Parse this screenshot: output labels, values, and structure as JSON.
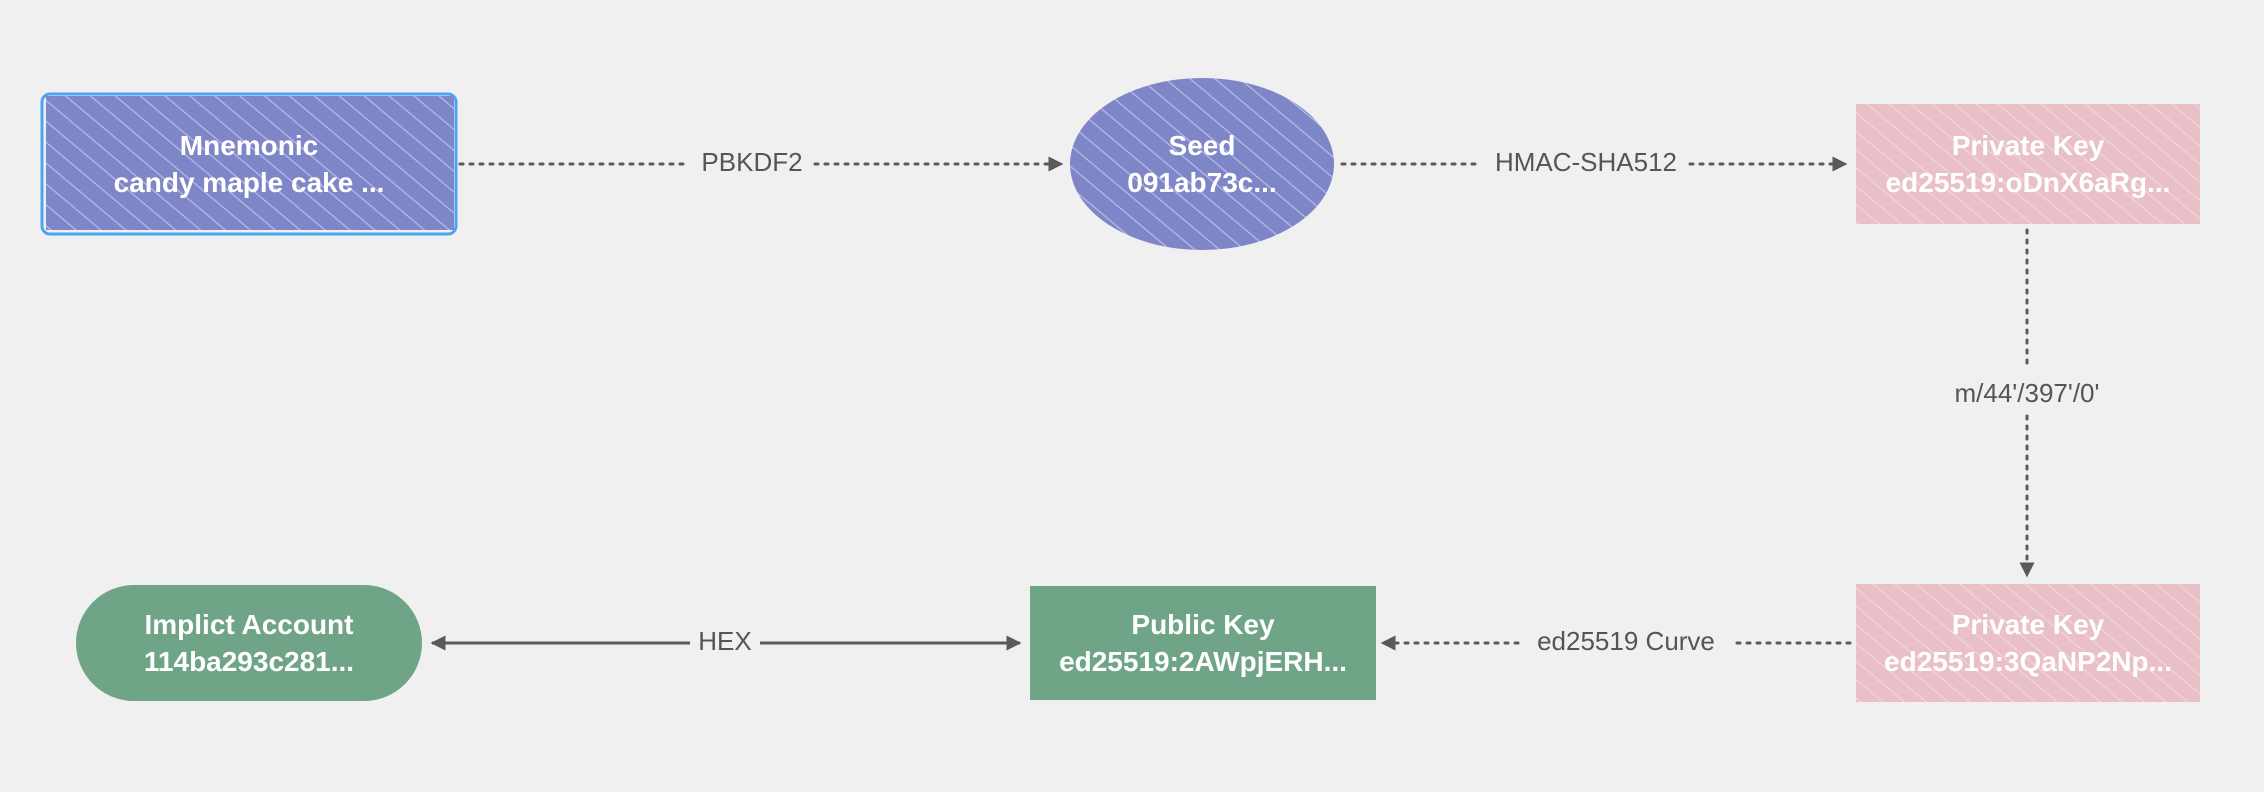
{
  "colors": {
    "background": "#f0f0f0",
    "mnemonic_fill": "#7e86c8",
    "mnemonic_selection": "#4da3f5",
    "seed_fill": "#7e86c8",
    "private_key_fill": "#e9bfc8",
    "public_key_fill": "#6fa586",
    "account_fill": "#6fa586",
    "edge": "#5a5a5a",
    "label_text": "#555555"
  },
  "nodes": {
    "mnemonic": {
      "line1": "Mnemonic",
      "line2": "candy maple cake ..."
    },
    "seed": {
      "line1": "Seed",
      "line2": "091ab73c..."
    },
    "private_key_1": {
      "line1": "Private Key",
      "line2": "ed25519:oDnX6aRg..."
    },
    "private_key_2": {
      "line1": "Private Key",
      "line2": "ed25519:3QaNP2Np..."
    },
    "public_key": {
      "line1": "Public Key",
      "line2": "ed25519:2AWpjERH..."
    },
    "account": {
      "line1": "Implict Account",
      "line2": "114ba293c281..."
    }
  },
  "edges": {
    "pbkdf2": "PBKDF2",
    "hmac": "HMAC-SHA512",
    "path": "m/44'/397'/0'",
    "curve": "ed25519 Curve",
    "hex": "HEX"
  }
}
